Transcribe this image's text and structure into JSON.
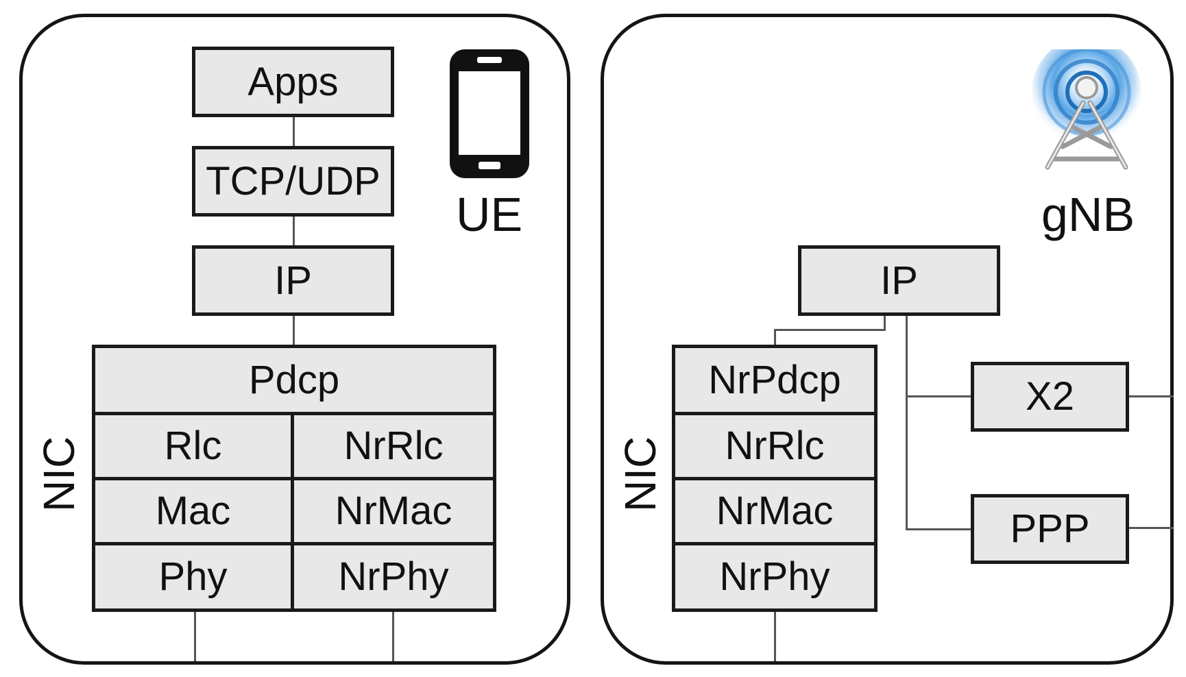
{
  "ue": {
    "title": "UE",
    "icon": "smartphone-icon",
    "nic_label": "NIC",
    "stack": [
      "Apps",
      "TCP/UDP",
      "IP"
    ],
    "pdcp": "Pdcp",
    "lte_layers": [
      "Rlc",
      "Mac",
      "Phy"
    ],
    "nr_layers": [
      "NrRlc",
      "NrMac",
      "NrPhy"
    ]
  },
  "gnb": {
    "title": "gNB",
    "icon": "cell-tower-icon",
    "nic_label": "NIC",
    "ip": "IP",
    "nr_layers": [
      "NrPdcp",
      "NrRlc",
      "NrMac",
      "NrPhy"
    ],
    "x2": "X2",
    "ppp": "PPP"
  },
  "colors": {
    "box_fill": "#e8e8e8",
    "border": "#1a1a1a",
    "tower_glow": "#3f8fd6"
  }
}
